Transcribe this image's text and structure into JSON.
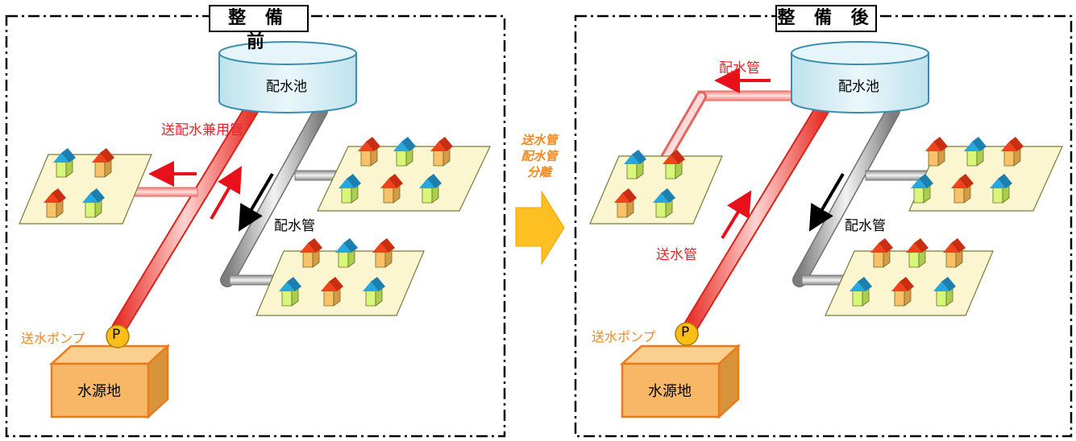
{
  "colors": {
    "red_pipe": "#f0443f",
    "red_pipe_light": "#fbc7c5",
    "gray_pipe": "#9a9a9a",
    "tank": "#d8eef5",
    "source_box": "#f7b766",
    "source_border": "#ea7a1d",
    "pump": "#fbbd1a",
    "ground": "#fbf6cf",
    "roof_red": "#f0431b",
    "roof_blue": "#28a6e0",
    "house_orange": "#fbc169",
    "house_green": "#d6f77a",
    "center_arrow": "#fdbf21"
  },
  "left": {
    "title": "整 備 前",
    "tank_label": "配水池",
    "shared_pipe_label": "送配水兼用管",
    "dist_pipe_label": "配水管",
    "pump_label": "送水ポンプ",
    "pump_symbol": "P",
    "source_label": "水源地"
  },
  "center": {
    "label_line1": "送水管",
    "label_line2": "配水管",
    "label_line3": "分離"
  },
  "right": {
    "title": "整 備 後",
    "tank_label": "配水池",
    "dist_pipe_top_label": "配水管",
    "dist_pipe_label": "配水管",
    "trans_pipe_label": "送水管",
    "pump_label": "送水ポンプ",
    "pump_symbol": "P",
    "source_label": "水源地"
  }
}
